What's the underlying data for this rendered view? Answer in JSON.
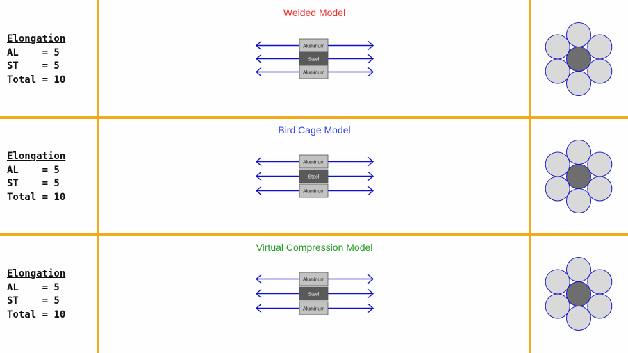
{
  "colors": {
    "divider": "#f2ab1c",
    "arrow": "#1010cc",
    "aluminum_fill": "#c2c2c2",
    "steel_fill": "#5a5a5a",
    "outer_wire_fill": "#d9d9d9",
    "core_wire_fill": "#6e6e6e",
    "wire_stroke": "#1a1acc"
  },
  "rows": [
    {
      "title": "Welded Model",
      "title_color": "#ee3333",
      "elongation": {
        "heading": "Elongation",
        "al": "AL    = 5",
        "st": "ST    = 5",
        "total": "Total = 10"
      },
      "layers": [
        "Aluminum",
        "Steel",
        "Aluminum"
      ]
    },
    {
      "title": "Bird Cage Model",
      "title_color": "#3344ee",
      "elongation": {
        "heading": "Elongation",
        "al": "AL    = 5",
        "st": "ST    = 5",
        "total": "Total = 10"
      },
      "layers": [
        "Aluminum",
        "Steel",
        "Aluminum"
      ]
    },
    {
      "title": "Virtual Compression Model",
      "title_color": "#229922",
      "elongation": {
        "heading": "Elongation",
        "al": "AL    = 5",
        "st": "ST    = 5",
        "total": "Total = 10"
      },
      "layers": [
        "Aluminum",
        "Steel",
        "Aluminum"
      ]
    }
  ]
}
